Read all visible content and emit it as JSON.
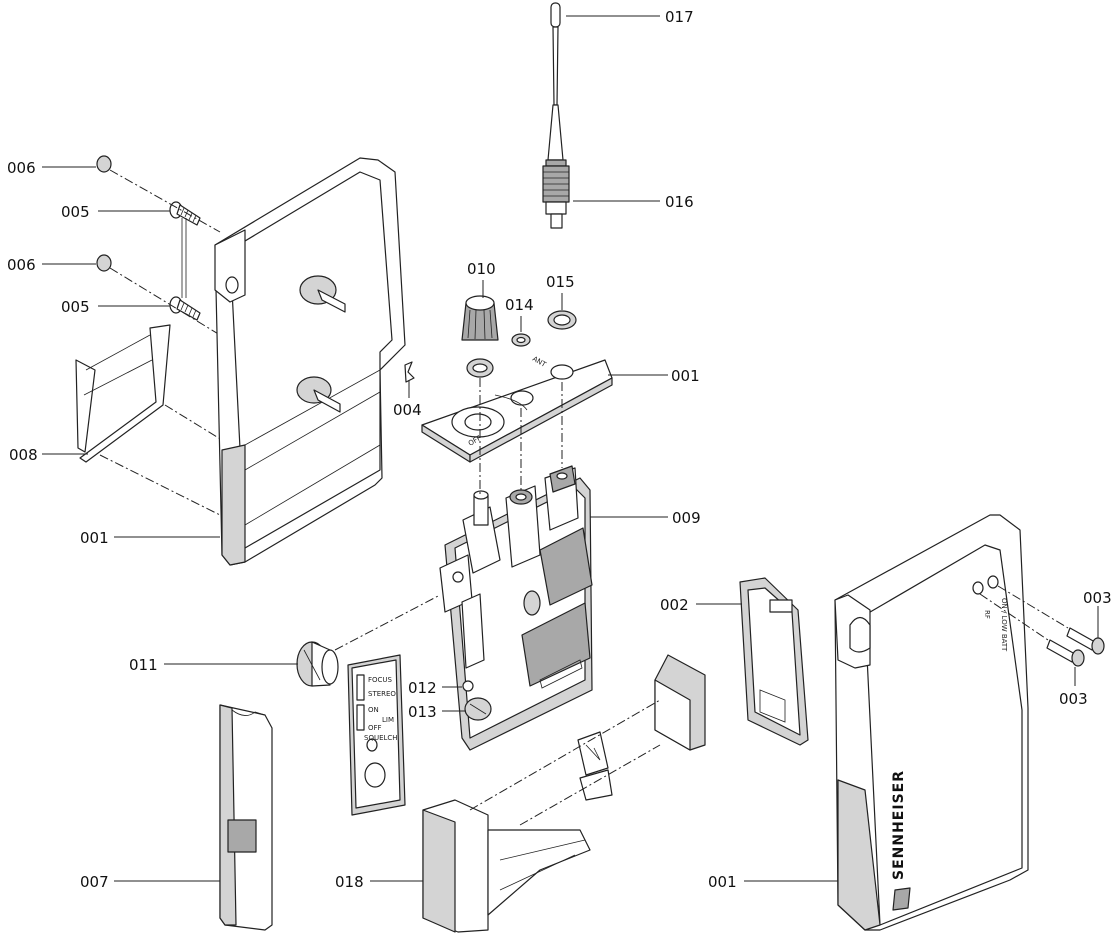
{
  "labels": {
    "p017": "017",
    "p016": "016",
    "p006a": "006",
    "p005a": "005",
    "p006b": "006",
    "p005b": "005",
    "p010": "010",
    "p014": "014",
    "p015": "015",
    "p001a": "001",
    "p004": "004",
    "p008": "008",
    "p009": "009",
    "p001b": "001",
    "p002": "002",
    "p003a": "003",
    "p003b": "003",
    "p011": "011",
    "p012": "012",
    "p013": "013",
    "p007": "007",
    "p018": "018",
    "p001c": "001"
  },
  "panel_text": {
    "off": "OFF",
    "ant": "ANT",
    "focus": "FOCUS",
    "stereo": "STEREO",
    "on": "ON",
    "lim": "LIM",
    "off2": "OFF",
    "squelch": "SQUELCH",
    "rf": "RF",
    "on_low_batt": "ON / LOW BATT"
  },
  "brand": "SENNHEISER"
}
